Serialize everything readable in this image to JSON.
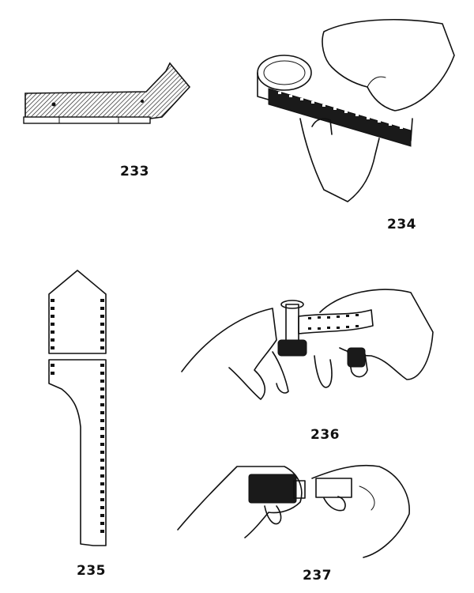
{
  "figures": [
    {
      "id": "233",
      "label": "233"
    },
    {
      "id": "234",
      "label": "234"
    },
    {
      "id": "235",
      "label": "235"
    },
    {
      "id": "236",
      "label": "236"
    },
    {
      "id": "237",
      "label": "237"
    }
  ]
}
